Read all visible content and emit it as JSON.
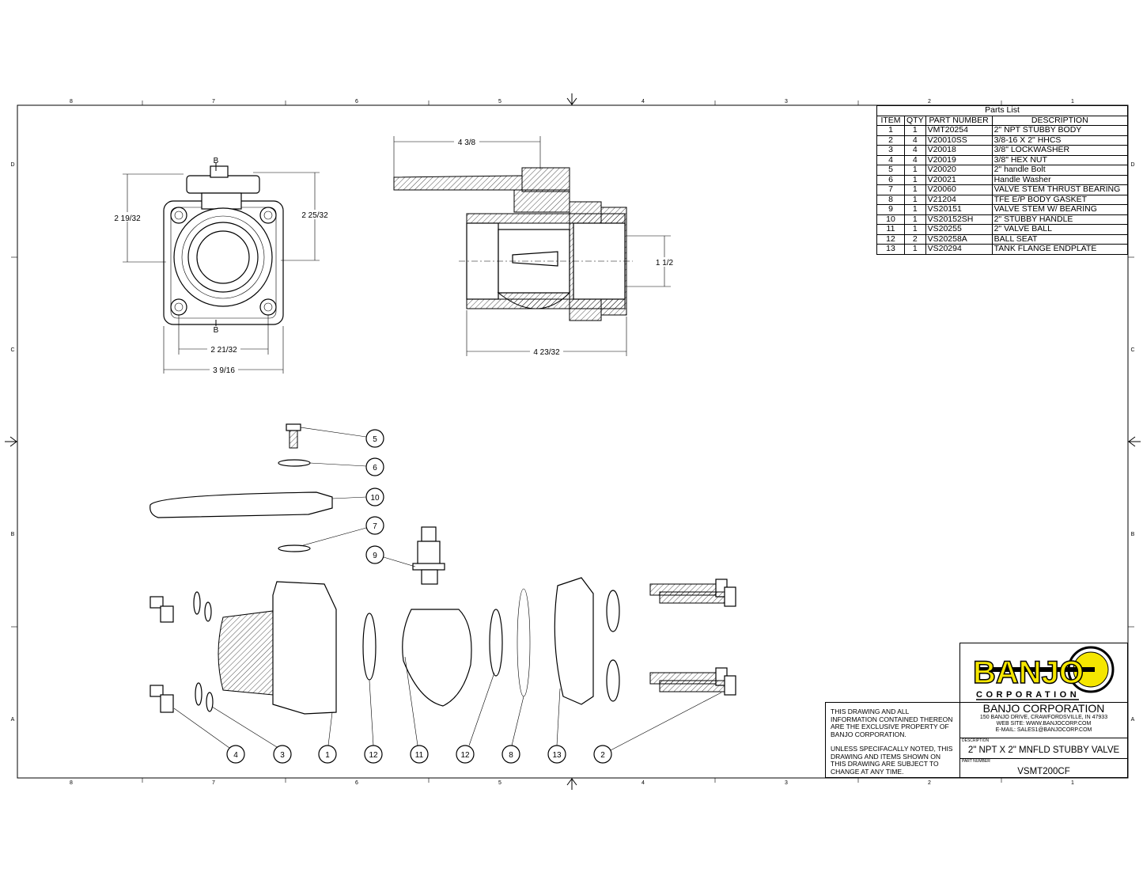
{
  "sheet": {
    "column_labels": [
      "8",
      "7",
      "6",
      "5",
      "4",
      "3",
      "2",
      "1"
    ],
    "row_labels": [
      "D",
      "C",
      "B",
      "A"
    ]
  },
  "dimensions": {
    "front_height_left": "2 19/32",
    "front_height_right": "2 25/32",
    "front_bolt_spacing": "2 21/32",
    "front_width": "3 9/16",
    "section_top": "B",
    "section_bottom": "B",
    "side_handle_length": "4 3/8",
    "side_pipe": "1 1/2",
    "side_length": "4 23/32"
  },
  "balloons": {
    "upper": [
      "5",
      "6",
      "10",
      "7",
      "9"
    ],
    "lower": [
      "4",
      "3",
      "1",
      "12",
      "11",
      "12",
      "8",
      "13",
      "2"
    ]
  },
  "parts_list": {
    "title": "Parts List",
    "headers": [
      "ITEM",
      "QTY",
      "PART NUMBER",
      "DESCRIPTION"
    ],
    "rows": [
      [
        "1",
        "1",
        "VMT20254",
        "2\" NPT STUBBY BODY"
      ],
      [
        "2",
        "4",
        "V20010SS",
        "3/8-16 X 2\" HHCS"
      ],
      [
        "3",
        "4",
        "V20018",
        "3/8\" LOCKWASHER"
      ],
      [
        "4",
        "4",
        "V20019",
        "3/8\" HEX NUT"
      ],
      [
        "5",
        "1",
        "V20020",
        "2\" handle Bolt"
      ],
      [
        "6",
        "1",
        "V20021",
        "Handle Washer"
      ],
      [
        "7",
        "1",
        "V20060",
        "VALVE STEM THRUST BEARING"
      ],
      [
        "8",
        "1",
        "V21204",
        "TFE E/P BODY GASKET"
      ],
      [
        "9",
        "1",
        "VS20151",
        "VALVE STEM W/ BEARING"
      ],
      [
        "10",
        "1",
        "VS20152SH",
        "2\" STUBBY HANDLE"
      ],
      [
        "11",
        "1",
        "VS20255",
        "2\" VALVE BALL"
      ],
      [
        "12",
        "2",
        "VS20258A",
        "BALL SEAT"
      ],
      [
        "13",
        "1",
        "VS20294",
        "TANK FLANGE ENDPLATE"
      ]
    ]
  },
  "title_block": {
    "logo_text": "BANJO",
    "logo_sub": "CORPORATION",
    "notes_1": "THIS DRAWING AND ALL INFORMATION CONTAINED THEREON ARE THE EXCLUSIVE PROPERTY OF BANJO CORPORATION.",
    "notes_2": "UNLESS SPECIFACALLY NOTED, THIS DRAWING AND ITEMS SHOWN ON THIS DRAWING ARE SUBJECT TO CHANGE AT ANY TIME.",
    "company": "BANJO CORPORATION",
    "address": "150 BANJO DRIVE, CRAWFORDSVILLE, IN 47933",
    "website": "WEB SITE: WWW.BANJOCORP.COM",
    "email": "E-MAIL: SALES1@BANJOCORP.COM",
    "description_label": "DESCRIPTION",
    "description": "2\" NPT X 2\" MNFLD STUBBY VALVE",
    "part_number_label": "PART NUMBER",
    "part_number": "VSMT200CF"
  },
  "colors": {
    "logo_yellow": "#f5e600",
    "line": "#000000"
  }
}
